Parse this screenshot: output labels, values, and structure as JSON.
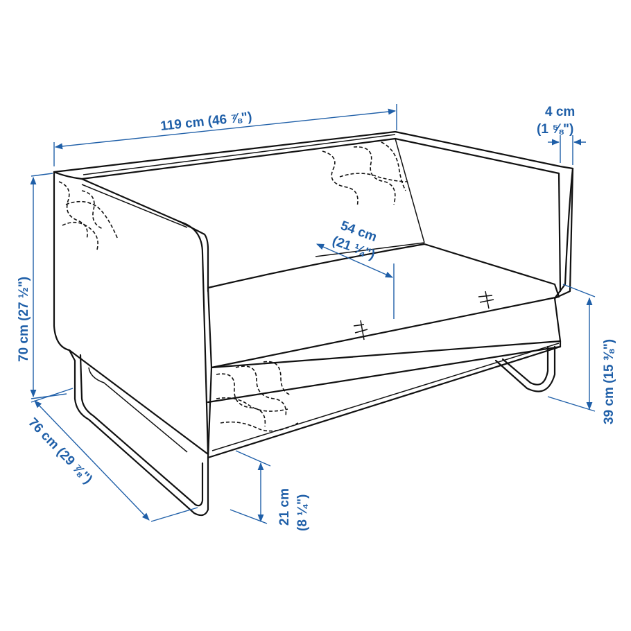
{
  "colors": {
    "dimension": "#1f5fa8",
    "outline": "#111111",
    "background": "#ffffff"
  },
  "dimensions": {
    "width": {
      "primary": "119 cm (46 ⅞\")"
    },
    "arm_width": {
      "primary": "4 cm",
      "secondary": "(1 ⅝\")"
    },
    "total_height": {
      "primary": "70 cm (27 ½\")"
    },
    "depth": {
      "primary": "76 cm (29 ⅞\")"
    },
    "seat_depth": {
      "primary": "54 cm",
      "secondary": "(21 ¼\")"
    },
    "seat_height": {
      "primary": "39 cm (15 ⅜\")"
    },
    "leg_height": {
      "primary": "21 cm",
      "secondary": "(8 ¼\")"
    }
  }
}
